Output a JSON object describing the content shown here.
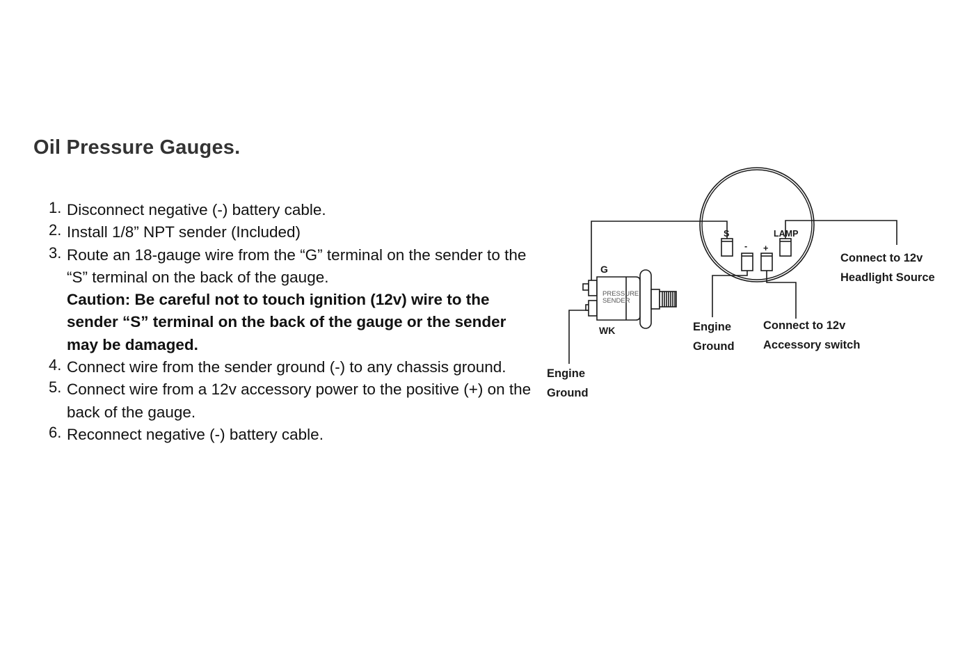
{
  "title": "Oil Pressure Gauges.",
  "steps": [
    {
      "num": "1.",
      "text": "Disconnect negative (-) battery cable."
    },
    {
      "num": "2.",
      "text": "Install 1/8” NPT sender (Included)"
    },
    {
      "num": "3.",
      "text": "Route an 18-gauge wire from the “G” terminal on the sender to the “S” terminal on the back of the gauge.",
      "caution": "Caution: Be careful not to touch ignition (12v) wire to the sender “S” terminal on the back of the gauge or the sender may be damaged."
    },
    {
      "num": "4.",
      "text": "Connect wire from the sender ground (-) to any chassis ground."
    },
    {
      "num": "5.",
      "text": "Connect wire from a 12v accessory power to the positive (+) on the back of the gauge."
    },
    {
      "num": "6.",
      "text": "Reconnect negative (-) battery cable."
    }
  ],
  "diagram": {
    "terminals": {
      "s": "S",
      "minus": "-",
      "plus": "+",
      "lamp": "LAMP"
    },
    "sender": {
      "line1": "PRESSURE",
      "line2": "SENDER",
      "g": "G",
      "wk": "WK"
    },
    "labels": {
      "headlight_1": "Connect to 12v",
      "headlight_2": "Headlight Source",
      "gauge_ground_1": "Engine",
      "gauge_ground_2": "Ground",
      "accessory_1": "Connect to 12v",
      "accessory_2": "Accessory switch",
      "sender_ground_1": "Engine",
      "sender_ground_2": "Ground"
    }
  }
}
